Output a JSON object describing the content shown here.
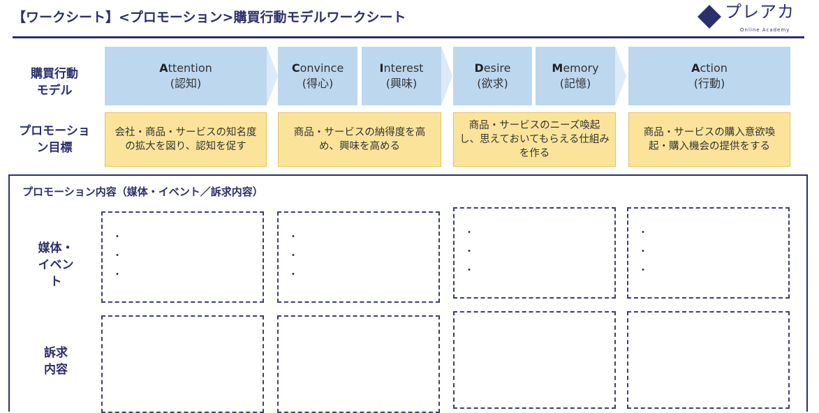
{
  "header": {
    "title": "【ワークシート】<プロモーション>購買行動モデルワークシート",
    "logo_name": "プレアカ",
    "logo_sub": "Online Academy"
  },
  "model_label": "購買行動モデル",
  "goal_label": "プロモーション目標",
  "stages": [
    {
      "initial": "A",
      "rest": "ttention",
      "jp": "(認知)"
    },
    {
      "initial": "C",
      "rest": "onvince",
      "jp": "(得心)"
    },
    {
      "initial": "I",
      "rest": "nterest",
      "jp": "(興味)"
    },
    {
      "initial": "D",
      "rest": "esire",
      "jp": "(欲求)"
    },
    {
      "initial": "M",
      "rest": "emory",
      "jp": "(記憶)"
    },
    {
      "initial": "A",
      "rest": "ction",
      "jp": "(行動)"
    }
  ],
  "goals": [
    "会社・商品・サービスの知名度の拡大を図り、認知を促す",
    "商品・サービスの納得度を高め、興味を高める",
    "商品・サービスのニーズ喚起し、思えておいてもらえる仕組みを作る",
    "商品・サービスの購入意欲喚起・購入機会の提供をする"
  ],
  "panel": {
    "title": "プロモーション内容（媒体・イベント／訴求内容）",
    "media_label": "媒体・イベント",
    "appeal_label": "訴求内容",
    "bullet": "・"
  },
  "colors": {
    "navy": "#2b2f6b",
    "stage": "#bdd7ee",
    "goal": "#fbe49a"
  }
}
